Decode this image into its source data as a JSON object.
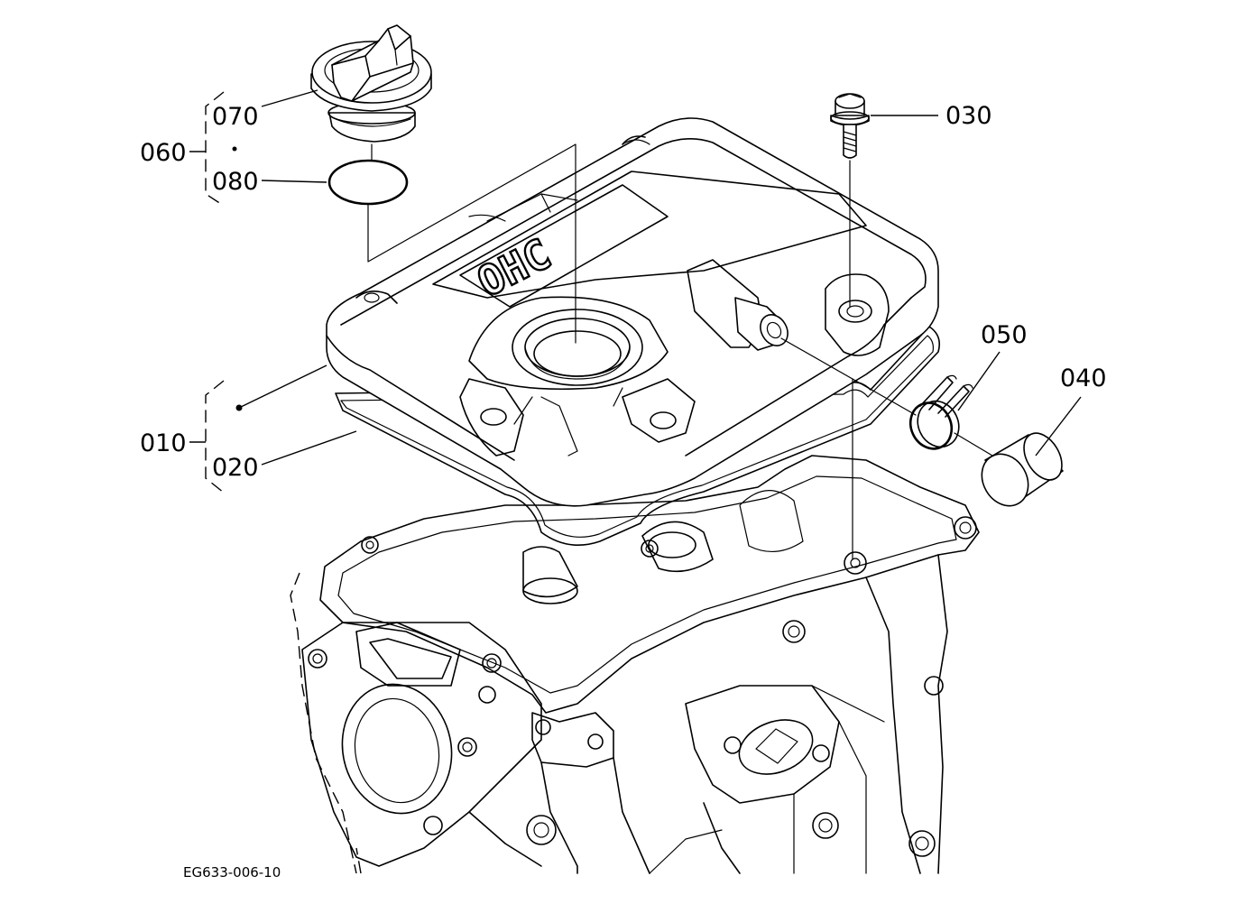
{
  "labels": {
    "p010": "010",
    "p020": "020",
    "p030": "030",
    "p040": "040",
    "p050": "050",
    "p060": "060",
    "p070": "070",
    "p080": "080"
  },
  "cover_marking": "OHC",
  "drawing_code": "EG633-006-10"
}
